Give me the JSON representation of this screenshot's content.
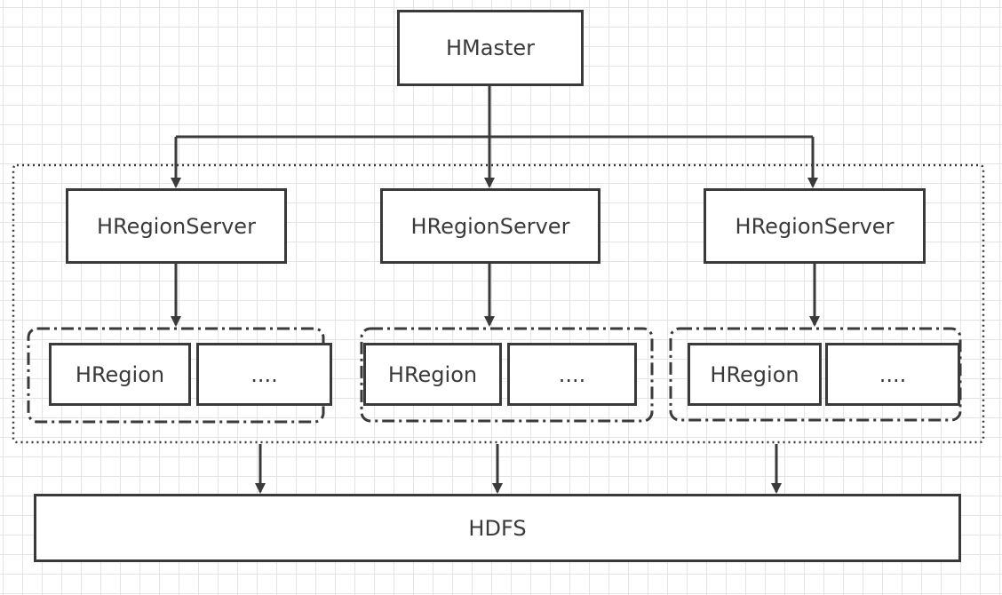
{
  "nodes": {
    "master": "HMaster",
    "servers": [
      {
        "label": "HRegionServer",
        "region": "HRegion",
        "more": "...."
      },
      {
        "label": "HRegionServer",
        "region": "HRegion",
        "more": "...."
      },
      {
        "label": "HRegionServer",
        "region": "HRegion",
        "more": "...."
      }
    ],
    "storage": "HDFS"
  },
  "colors": {
    "stroke": "#3a3a3a",
    "grid": "#e4e4e4",
    "background": "#ffffff"
  }
}
